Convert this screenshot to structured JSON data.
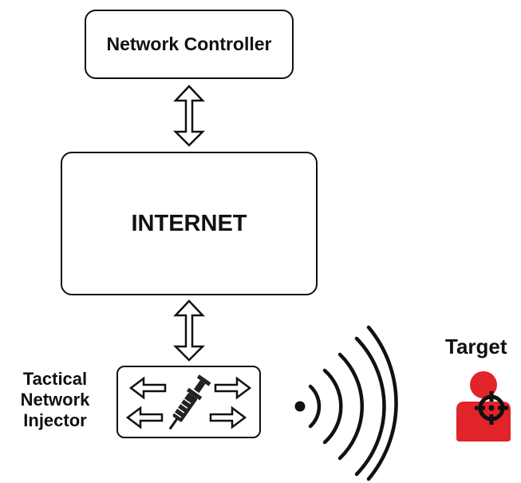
{
  "nodes": {
    "controller": "Network Controller",
    "internet": "INTERNET",
    "injector_line1": "Tactical",
    "injector_line2": "Network",
    "injector_line3": "Injector",
    "target": "Target"
  },
  "icons": [
    "double-arrow-icon",
    "syringe-icon",
    "direction-arrow-icon",
    "wireless-signal-icon",
    "target-person-icon",
    "crosshair-icon"
  ],
  "colors": {
    "line": "#111111",
    "target": "#e1232a"
  }
}
